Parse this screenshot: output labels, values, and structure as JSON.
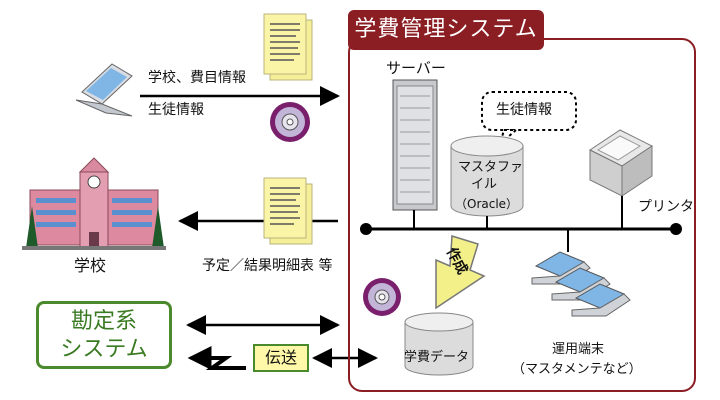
{
  "system_title": "学費管理システム",
  "server_label": "サーバー",
  "callout_label": "生徒情報",
  "master_file_label_1": "マスタファ",
  "master_file_label_2": "イル",
  "master_file_label_3": "（Oracle）",
  "printer_label": "プリンタ",
  "arrow_label_top_1": "学校、費目情報",
  "arrow_label_top_2": "生徒情報",
  "school_label": "学校",
  "arrow_label_bottom": "予定／結果明細表 等",
  "create_label": "作成",
  "kanjo_label_1": "勘定系",
  "kanjo_label_2": "システム",
  "transfer_label": "伝送",
  "tuition_data_label": "学費データ",
  "terminal_label_1": "運用端末",
  "terminal_label_2": "（マスタメンテなど）",
  "colors": {
    "system_red": "#8b1e23",
    "kanjo_green": "#4a8a2c",
    "create_arrow": "#f3f08a"
  }
}
